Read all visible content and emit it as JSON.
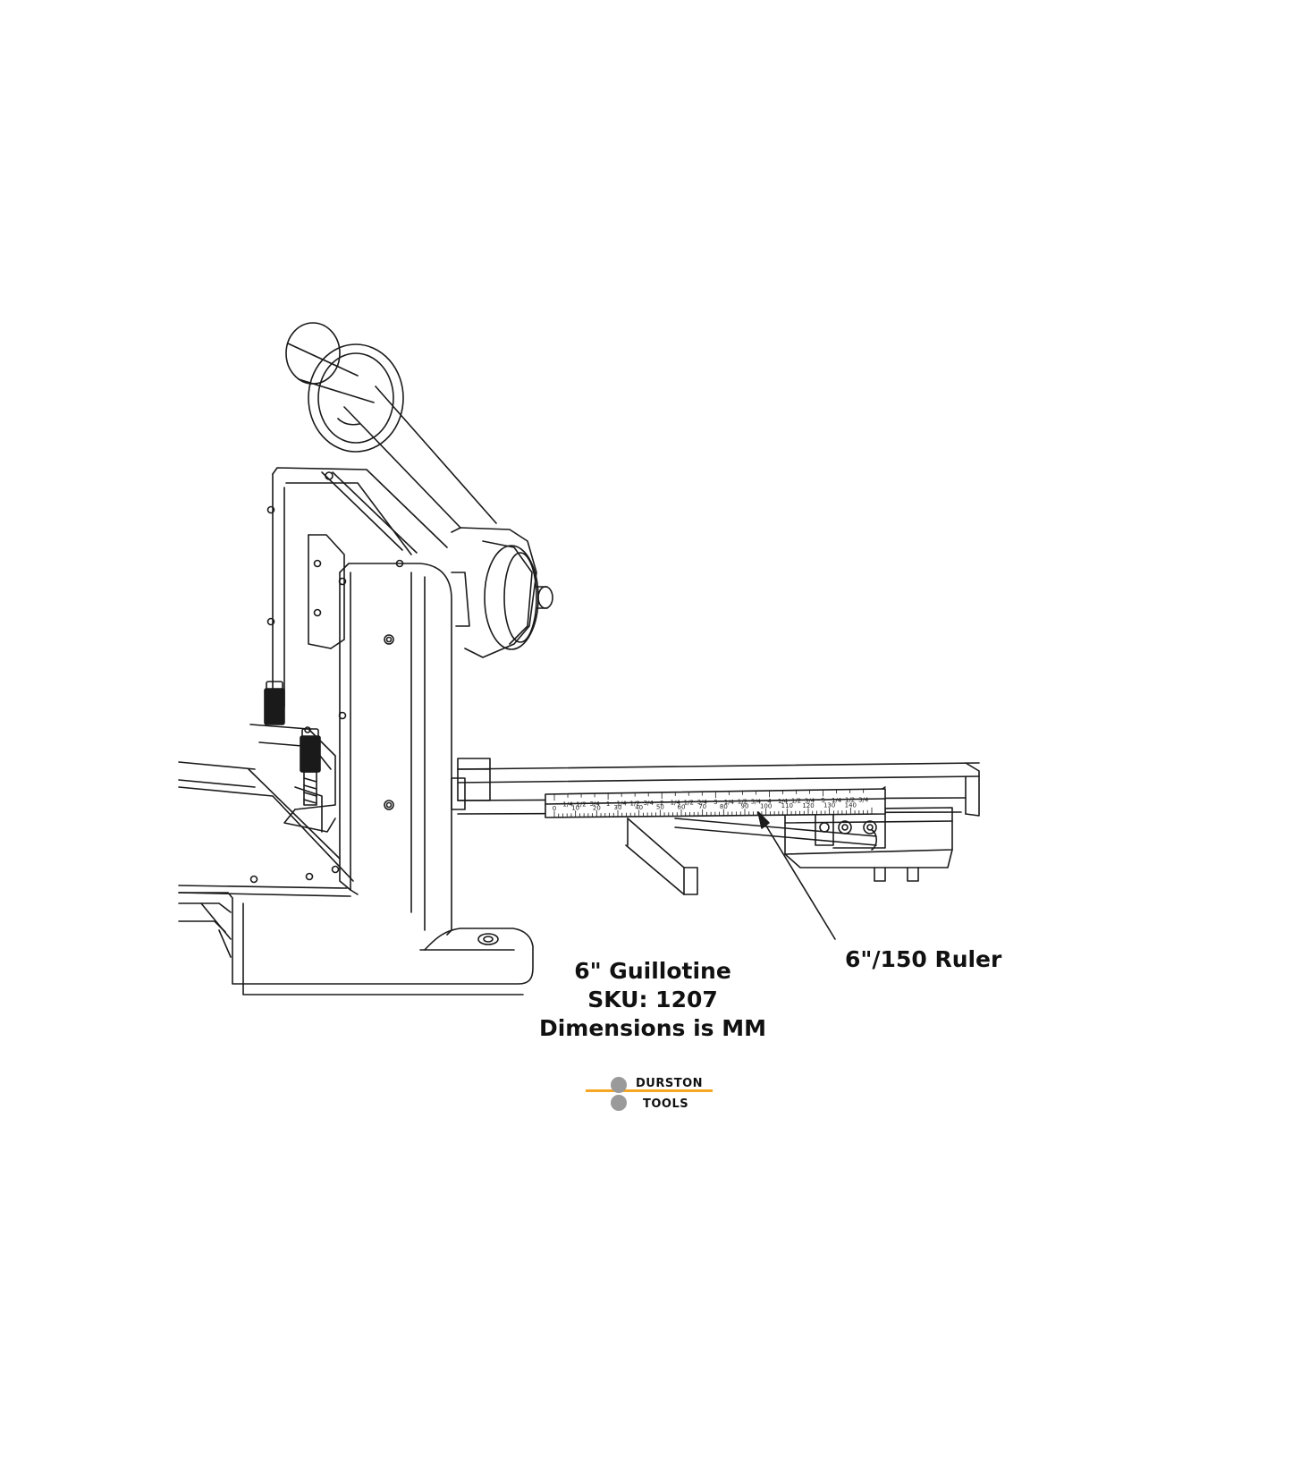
{
  "product": {
    "title": "6\" Guillotine",
    "sku": "SKU: 1207",
    "note": "Dimensions is MM"
  },
  "callout": {
    "ruler_label": "6\"/150 Ruler"
  },
  "ruler": {
    "mm_labels": [
      "0",
      "10",
      "20",
      "30",
      "40",
      "50",
      "60",
      "70",
      "80",
      "90",
      "100",
      "110",
      "120",
      "130",
      "140"
    ],
    "inch_labels": [
      "1/4",
      "1/2",
      "3/4",
      "1",
      "1/4",
      "1/2",
      "3/4",
      "2",
      "1/4",
      "1/2",
      "3/4",
      "3",
      "1/4",
      "1/2",
      "3/4",
      "4",
      "1/4",
      "1/2",
      "3/4",
      "5",
      "1/4",
      "1/2",
      "3/4"
    ]
  },
  "logo": {
    "word_top": "DURSTON",
    "word_bottom": "TOOLS",
    "accent_color": "#f5a623",
    "dot_color": "#9a9a9a"
  }
}
